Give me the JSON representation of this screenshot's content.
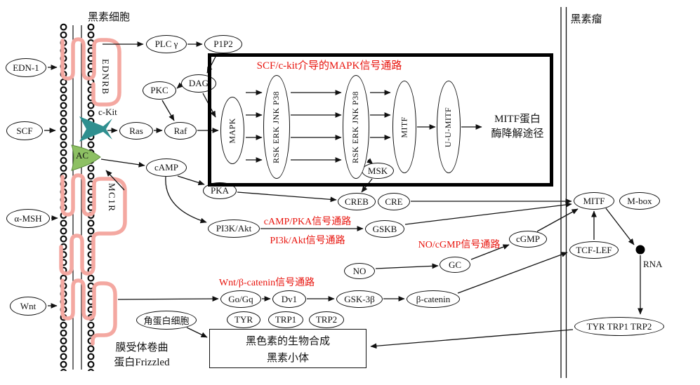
{
  "labels": {
    "melanocyte": "黑素细胞",
    "melanoma": "黑素瘤",
    "c_kit": "c-Kit",
    "ednrb": "EDNRB",
    "mc1r": "MC1R",
    "ac": "AC",
    "frizzled_line1": "膜受体卷曲",
    "frizzled_line2": "蛋白Frizzled",
    "rna": "RNA",
    "degradation_line1": "MITF蛋白",
    "degradation_line2": "酶降解途径",
    "biosynthesis": "黑色素的生物合成",
    "melanosome": "黑素小体"
  },
  "pathway_titles": {
    "mapk": "SCF/c-kit介导的MAPK信号通路",
    "camp_pka": "cAMP/PKA信号通路",
    "pi3k_akt": "PI3k/Akt信号通路",
    "no_cgmp": "NO/cGMP信号通路",
    "wnt": "Wnt/β-catenin信号通路"
  },
  "nodes": {
    "edn1": "EDN-1",
    "scf": "SCF",
    "amsh": "α-MSH",
    "wnt": "Wnt",
    "plcg": "PLC γ",
    "p1p2": "P1P2",
    "dag": "DAG",
    "pkc": "PKC",
    "ras": "Ras",
    "raf": "Raf",
    "mapk": "MAPK",
    "rsk1": "RSK ERK JNK P38",
    "rsk2": "RSK ERK JNK P38",
    "mitf_v": "MITF",
    "uumitf": "U-U-MITF",
    "camp": "cAMP",
    "pka": "PKA",
    "msk": "MSK",
    "creb": "CREB",
    "cre": "CRE",
    "pi3k": "PI3K/Akt",
    "gskb": "GSKB",
    "no": "NO",
    "gc": "GC",
    "cgmp": "cGMP",
    "gogq": "Go/Gq",
    "dv1": "Dv1",
    "gsk3b": "GSK-3β",
    "bcatenin": "β-catenin",
    "keratinocyte": "角蛋白细胞",
    "tyr": "TYR",
    "trp1": "TRP1",
    "trp2": "TRP2",
    "mitf": "MITF",
    "mbox": "M-box",
    "tcflef": "TCF-LEF",
    "tyr_trp": "TYR TRP1 TRP2"
  },
  "colors": {
    "pathway_title_red": "#e8130c",
    "receptor_pink": "#f4a8a1",
    "ckit_teal": "#2f8f8f",
    "ac_green": "#8dc063"
  }
}
